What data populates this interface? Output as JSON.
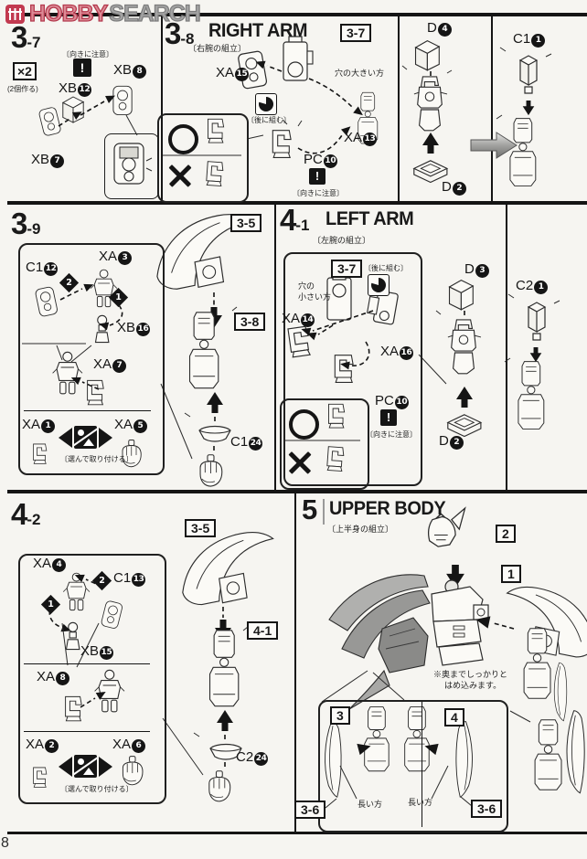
{
  "watermark": {
    "hobby": "HOBBY",
    "search": "SEARCH"
  },
  "page_number": "8",
  "s37": {
    "num": "3",
    "sub": "-7",
    "multiplier": "×2",
    "multiplier_note": "(2個作る)",
    "orient_note": "〔向きに注意〕",
    "warn": "!",
    "parts": {
      "xb12": {
        "c": "XB",
        "n": "12"
      },
      "xb8": {
        "c": "XB",
        "n": "8"
      },
      "xb7": {
        "c": "XB",
        "n": "7"
      }
    }
  },
  "s38": {
    "num": "3",
    "sub": "-8",
    "title": "RIGHT ARM",
    "subtitle": "〔右腕の組立〕",
    "ref37": "3-7",
    "hole_note": "穴の大きい方",
    "later_note": "〔後に組む〕",
    "orient_note": "〔向きに注意〕",
    "warn": "!",
    "parts": {
      "xa15": {
        "c": "XA",
        "n": "15"
      },
      "xa13": {
        "c": "XA",
        "n": "13"
      },
      "pc10": {
        "c": "PC",
        "n": "10"
      },
      "d4": {
        "c": "D",
        "n": "4"
      },
      "d2": {
        "c": "D",
        "n": "2"
      },
      "c11": {
        "c": "C1",
        "n": "1"
      }
    }
  },
  "s39": {
    "num": "3",
    "sub": "-9",
    "step1": "1",
    "step2": "2",
    "select_note": "〔選んで取り付ける〕",
    "ref35": "3-5",
    "ref38": "3-8",
    "parts": {
      "c112": {
        "c": "C1",
        "n": "12"
      },
      "xa3": {
        "c": "XA",
        "n": "3"
      },
      "xb16": {
        "c": "XB",
        "n": "16"
      },
      "xa7": {
        "c": "XA",
        "n": "7"
      },
      "xa1": {
        "c": "XA",
        "n": "1"
      },
      "xa5": {
        "c": "XA",
        "n": "5"
      },
      "c124": {
        "c": "C1",
        "n": "24"
      }
    }
  },
  "s41": {
    "num": "4",
    "sub": "-1",
    "title": "LEFT ARM",
    "subtitle": "〔左腕の組立〕",
    "ref37": "3-7",
    "later_note": "〔後に組む〕",
    "hole_note1": "穴の",
    "hole_note2": "小さい方",
    "orient_note": "〔向きに注意〕",
    "warn": "!",
    "parts": {
      "xa14": {
        "c": "XA",
        "n": "14"
      },
      "xa16": {
        "c": "XA",
        "n": "16"
      },
      "pc10": {
        "c": "PC",
        "n": "10"
      },
      "d3": {
        "c": "D",
        "n": "3"
      },
      "d2": {
        "c": "D",
        "n": "2"
      },
      "c21": {
        "c": "C2",
        "n": "1"
      }
    }
  },
  "s42": {
    "num": "4",
    "sub": "-2",
    "step1": "1",
    "step2": "2",
    "select_note": "〔選んで取り付ける〕",
    "ref35": "3-5",
    "ref41": "4-1",
    "parts": {
      "xa4": {
        "c": "XA",
        "n": "4"
      },
      "c113": {
        "c": "C1",
        "n": "13"
      },
      "xb15": {
        "c": "XB",
        "n": "15"
      },
      "xa8": {
        "c": "XA",
        "n": "8"
      },
      "xa2": {
        "c": "XA",
        "n": "2"
      },
      "xa6": {
        "c": "XA",
        "n": "6"
      },
      "c224": {
        "c": "C2",
        "n": "24"
      }
    }
  },
  "s5": {
    "num": "5",
    "title": "UPPER BODY",
    "subtitle": "〔上半身の組立〕",
    "ref2": "2",
    "ref1": "1",
    "note1": "※奥までしっかりと",
    "note2": "はめ込みます。",
    "ref3": "3",
    "ref4": "4",
    "long_left": "長い方",
    "long_right": "長い方",
    "ref36l": "3-6",
    "ref36r": "3-6"
  }
}
